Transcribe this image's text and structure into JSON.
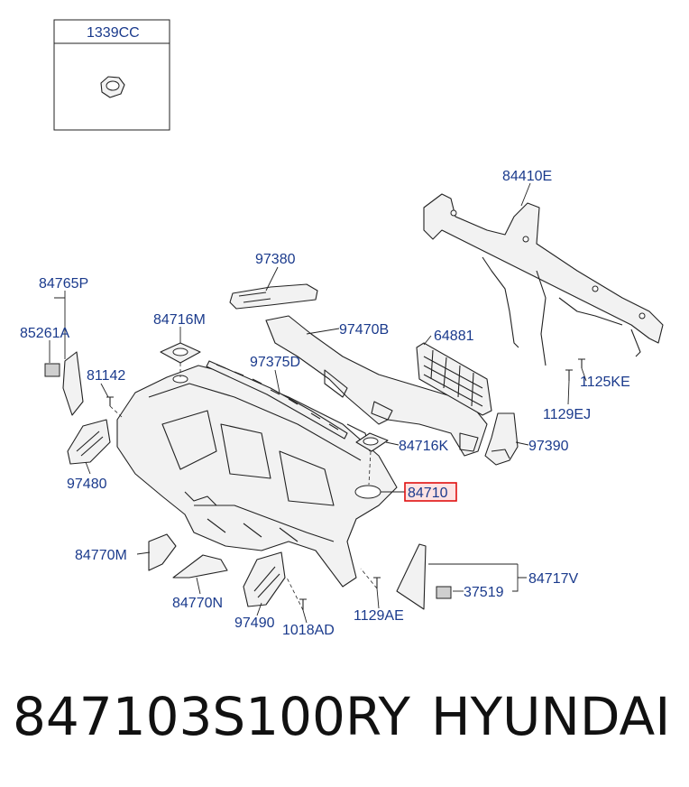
{
  "inset": {
    "label": "1339CC"
  },
  "labels": {
    "p84410E": "84410E",
    "p97380": "97380",
    "p84765P": "84765P",
    "p85261A": "85261A",
    "p81142": "81142",
    "p84716M": "84716M",
    "p97470B": "97470B",
    "p64881": "64881",
    "p97375D": "97375D",
    "p1125KE": "1125KE",
    "p1129EJ": "1129EJ",
    "p84716K": "84716K",
    "p97390": "97390",
    "p97480": "97480",
    "p84710": "84710",
    "p84770M": "84770M",
    "p84770N": "84770N",
    "p97490": "97490",
    "p1018AD": "1018AD",
    "p1129AE": "1129AE",
    "p37519": "37519",
    "p84717V": "84717V"
  },
  "highlight": {
    "part": "84710",
    "color": "#e01010"
  },
  "footer": {
    "part_number": "847103S100RY",
    "brand": "HYUNDAI"
  }
}
